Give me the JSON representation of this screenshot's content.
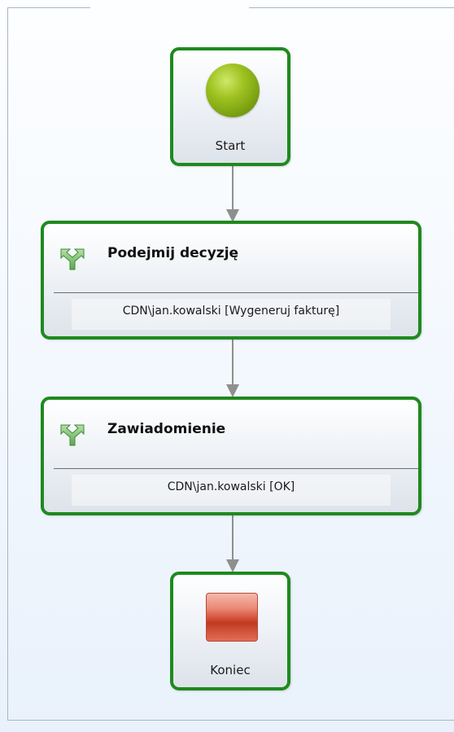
{
  "workflow": {
    "start": {
      "label": "Start"
    },
    "steps": [
      {
        "title": "Podejmij decyzję",
        "assignee": "CDN\\jan.kowalski [Wygeneruj fakturę]"
      },
      {
        "title": "Zawiadomienie",
        "assignee": "CDN\\jan.kowalski [OK]"
      }
    ],
    "end": {
      "label": "Koniec"
    }
  },
  "colors": {
    "node_border": "#1e8a1e",
    "connector": "#8f8f8f",
    "frame": "#a7b6c9"
  },
  "icons": {
    "start": "start-circle-icon",
    "task": "task-split-arrow-icon",
    "end": "end-square-icon"
  }
}
